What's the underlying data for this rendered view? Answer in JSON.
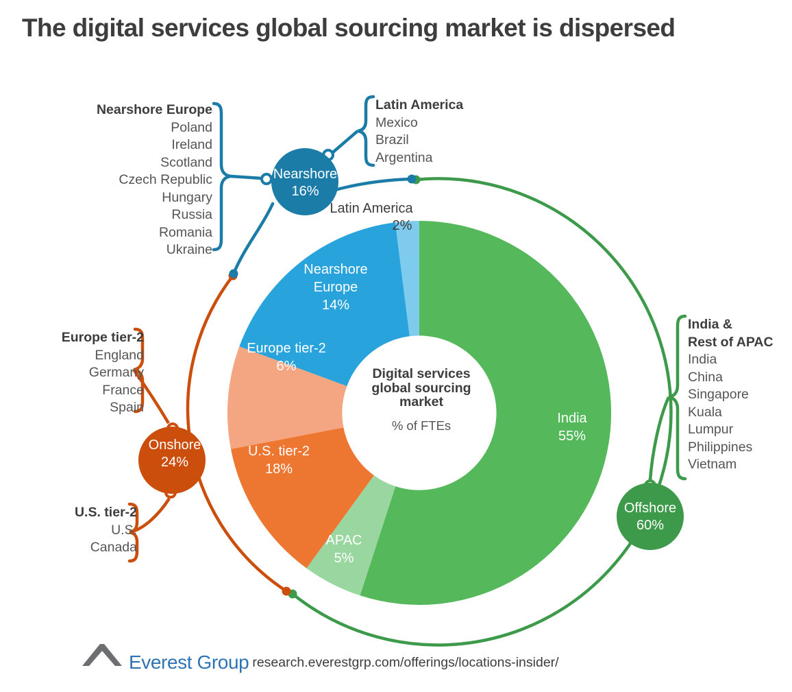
{
  "title": "The digital services global sourcing market is dispersed",
  "colors": {
    "india_green": "#55B95C",
    "apac_light_green": "#9AD6A0",
    "us_tier2_orange": "#ED7631",
    "europe_tier2_peach": "#F4A581",
    "nearshore_blue": "#29A3DC",
    "latam_light_blue": "#7FCBEE",
    "offshore_bubble": "#3D9A4A",
    "onshore_bubble": "#CC4E0C",
    "nearshore_bubble": "#1B7CA8",
    "title_text": "#3D3D3D",
    "body_text": "#555555",
    "brand_blue": "#2E74B5"
  },
  "chart_data": {
    "type": "pie",
    "title": "Digital services global sourcing market",
    "subtitle": "% of FTEs",
    "unit": "% of FTEs",
    "categories": [
      "India",
      "APAC",
      "U.S. tier-2",
      "Europe tier-2",
      "Nearshore Europe",
      "Latin America"
    ],
    "values": [
      55,
      5,
      18,
      6,
      14,
      2
    ],
    "colors": [
      "#55B95C",
      "#9AD6A0",
      "#ED7631",
      "#F4A581",
      "#29A3DC",
      "#7FCBEE"
    ],
    "groups": [
      {
        "name": "Offshore",
        "value": 60,
        "color": "#3D9A4A",
        "members": [
          "India",
          "APAC"
        ]
      },
      {
        "name": "Onshore",
        "value": 24,
        "color": "#CC4E0C",
        "members": [
          "U.S. tier-2",
          "Europe tier-2"
        ]
      },
      {
        "name": "Nearshore",
        "value": 16,
        "color": "#1B7CA8",
        "members": [
          "Nearshore Europe",
          "Latin America"
        ]
      }
    ],
    "legend": "none",
    "grid": false
  },
  "donut_center": {
    "title_line1": "Digital services",
    "title_line2": "global sourcing",
    "title_line3": "market",
    "subtitle": "% of FTEs"
  },
  "slices": {
    "india": {
      "label": "India",
      "value": "55%"
    },
    "apac": {
      "label": "APAC",
      "value": "5%"
    },
    "us_tier2": {
      "label": "U.S. tier-2",
      "value": "18%"
    },
    "europe_tier2": {
      "label": "Europe tier-2",
      "value": "6%"
    },
    "nearshore_europe": {
      "label_line1": "Nearshore",
      "label_line2": "Europe",
      "value": "14%"
    },
    "latin_america": {
      "label": "Latin America",
      "value": "2%"
    }
  },
  "bubbles": {
    "nearshore": {
      "label": "Nearshore",
      "value": "16%"
    },
    "onshore": {
      "label": "Onshore",
      "value": "24%"
    },
    "offshore": {
      "label": "Offshore",
      "value": "60%"
    }
  },
  "callouts": {
    "nearshore_europe": {
      "heading": "Nearshore Europe",
      "items": [
        "Poland",
        "Ireland",
        "Scotland",
        "Czech Republic",
        "Hungary",
        "Russia",
        "Romania",
        "Ukraine"
      ]
    },
    "latin_america": {
      "heading": "Latin America",
      "items": [
        "Mexico",
        "Brazil",
        "Argentina"
      ]
    },
    "europe_tier2": {
      "heading": "Europe tier-2",
      "items": [
        "England",
        "Germany",
        "France",
        "Spain"
      ]
    },
    "us_tier2": {
      "heading": "U.S. tier-2",
      "items": [
        "U.S.",
        "Canada"
      ]
    },
    "india_apac": {
      "heading_line1": "India &",
      "heading_line2": "Rest of APAC",
      "items": [
        "India",
        "China",
        "Singapore",
        "Kuala",
        "Lumpur",
        "Philippines",
        "Vietnam"
      ]
    }
  },
  "footer": {
    "brand": "Everest Group",
    "url": "research.everestgrp.com/offerings/locations-insider/"
  }
}
